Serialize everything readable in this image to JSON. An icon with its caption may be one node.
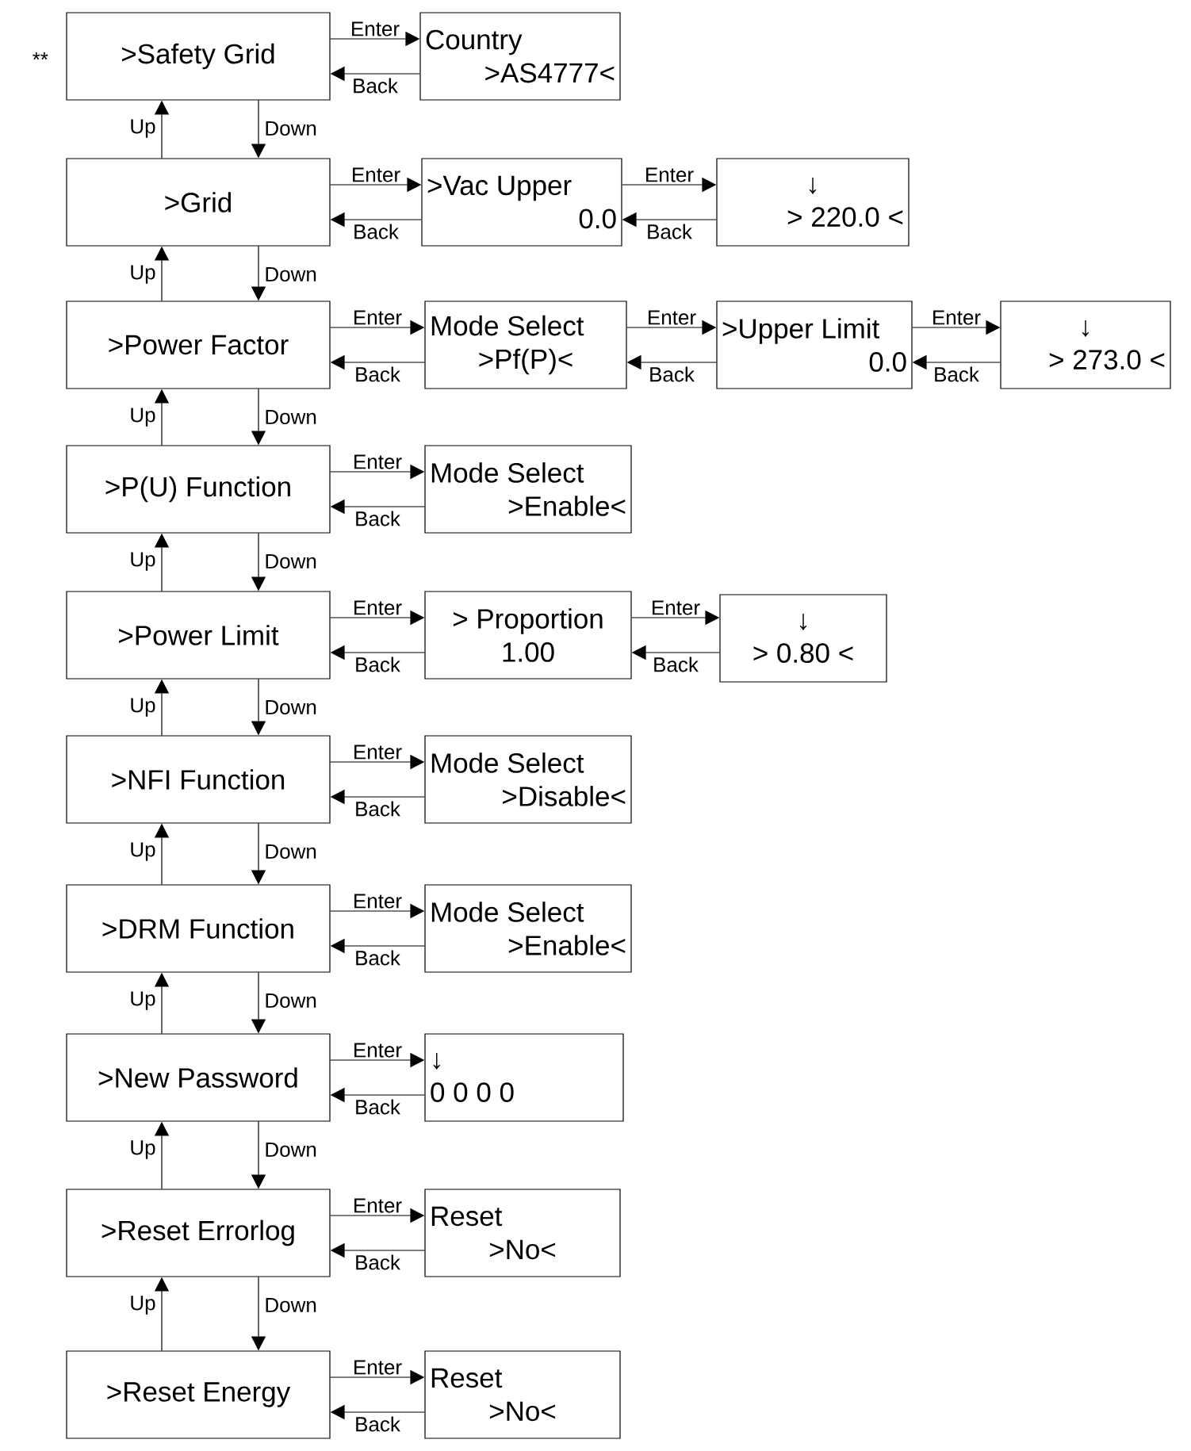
{
  "diagram": {
    "nodes": [
      {
        "text": [
          ">Safety Grid"
        ],
        "beside": [
          "**"
        ]
      },
      {
        "text": [
          "Country",
          ">AS4777<"
        ]
      },
      {
        "text": [
          ">Grid"
        ]
      },
      {
        "text": [
          ">Vac Upper",
          "0.0"
        ]
      },
      {
        "text": [
          "↓",
          "> 220.0 <"
        ]
      },
      {
        "text": [
          ">Power Factor"
        ]
      },
      {
        "text": [
          "Mode Select",
          ">Pf(P)<"
        ]
      },
      {
        "text": [
          ">Upper Limit",
          "0.0"
        ]
      },
      {
        "text": [
          "↓",
          "> 273.0 <"
        ]
      },
      {
        "text": [
          ">P(U) Function"
        ]
      },
      {
        "text": [
          "Mode Select",
          ">Enable<"
        ]
      },
      {
        "text": [
          ">Power Limit"
        ]
      },
      {
        "text": [
          "> Proportion",
          "1.00"
        ]
      },
      {
        "text": [
          "↓",
          "> 0.80 <"
        ]
      },
      {
        "text": [
          ">NFI Function"
        ]
      },
      {
        "text": [
          "Mode Select",
          ">Disable<"
        ]
      },
      {
        "text": [
          ">DRM Function"
        ]
      },
      {
        "text": [
          "Mode Select",
          ">Enable<"
        ]
      },
      {
        "text": [
          ">New Password"
        ]
      },
      {
        "text": [
          "↓",
          "0 0 0 0"
        ]
      },
      {
        "text": [
          ">Reset Errorlog"
        ]
      },
      {
        "text": [
          "Reset",
          ">No<"
        ]
      },
      {
        "text": [
          ">Reset Energy"
        ]
      },
      {
        "text": [
          "Reset",
          ">No<"
        ]
      }
    ],
    "edges": [
      {
        "from": 0,
        "to": 1,
        "arrow": "to",
        "label": "Enter"
      },
      {
        "from": 1,
        "to": 0,
        "arrow": "to",
        "label": "Back"
      },
      {
        "from": 0,
        "to": 2,
        "arrow": "to",
        "label": "Down"
      },
      {
        "from": 2,
        "to": 0,
        "arrow": "to",
        "label": "Up"
      },
      {
        "from": 2,
        "to": 3,
        "arrow": "to",
        "label": "Enter"
      },
      {
        "from": 3,
        "to": 2,
        "arrow": "to",
        "label": "Back"
      },
      {
        "from": 3,
        "to": 4,
        "arrow": "to",
        "label": "Enter"
      },
      {
        "from": 4,
        "to": 3,
        "arrow": "to",
        "label": "Back"
      },
      {
        "from": 2,
        "to": 5,
        "arrow": "to",
        "label": "Down"
      },
      {
        "from": 5,
        "to": 2,
        "arrow": "to",
        "label": "Up"
      },
      {
        "from": 5,
        "to": 6,
        "arrow": "to",
        "label": "Enter"
      },
      {
        "from": 6,
        "to": 5,
        "arrow": "to",
        "label": "Back"
      },
      {
        "from": 6,
        "to": 7,
        "arrow": "to",
        "label": "Enter"
      },
      {
        "from": 7,
        "to": 6,
        "arrow": "to",
        "label": "Back"
      },
      {
        "from": 7,
        "to": 8,
        "arrow": "to",
        "label": "Enter"
      },
      {
        "from": 8,
        "to": 7,
        "arrow": "to",
        "label": "Back"
      },
      {
        "from": 5,
        "to": 9,
        "arrow": "to",
        "label": "Down"
      },
      {
        "from": 9,
        "to": 5,
        "arrow": "to",
        "label": "Up"
      },
      {
        "from": 9,
        "to": 10,
        "arrow": "to",
        "label": "Enter"
      },
      {
        "from": 10,
        "to": 9,
        "arrow": "to",
        "label": "Back"
      },
      {
        "from": 9,
        "to": 11,
        "arrow": "to",
        "label": "Down"
      },
      {
        "from": 11,
        "to": 9,
        "arrow": "to",
        "label": "Up"
      },
      {
        "from": 11,
        "to": 12,
        "arrow": "to",
        "label": "Enter"
      },
      {
        "from": 12,
        "to": 11,
        "arrow": "to",
        "label": "Back"
      },
      {
        "from": 12,
        "to": 13,
        "arrow": "to",
        "label": "Enter"
      },
      {
        "from": 13,
        "to": 12,
        "arrow": "to",
        "label": "Back"
      },
      {
        "from": 11,
        "to": 14,
        "arrow": "to",
        "label": "Down"
      },
      {
        "from": 14,
        "to": 11,
        "arrow": "to",
        "label": "Up"
      },
      {
        "from": 14,
        "to": 15,
        "arrow": "to",
        "label": "Enter"
      },
      {
        "from": 15,
        "to": 14,
        "arrow": "to",
        "label": "Back"
      },
      {
        "from": 14,
        "to": 16,
        "arrow": "to",
        "label": "Down"
      },
      {
        "from": 16,
        "to": 14,
        "arrow": "to",
        "label": "Up"
      },
      {
        "from": 16,
        "to": 17,
        "arrow": "to",
        "label": "Enter"
      },
      {
        "from": 17,
        "to": 16,
        "arrow": "to",
        "label": "Back"
      },
      {
        "from": 16,
        "to": 18,
        "arrow": "to",
        "label": "Down"
      },
      {
        "from": 18,
        "to": 16,
        "arrow": "to",
        "label": "Up"
      },
      {
        "from": 18,
        "to": 19,
        "arrow": "to",
        "label": "Enter"
      },
      {
        "from": 19,
        "to": 18,
        "arrow": "to",
        "label": "Back"
      },
      {
        "from": 18,
        "to": 20,
        "arrow": "to",
        "label": "Down"
      },
      {
        "from": 20,
        "to": 18,
        "arrow": "to",
        "label": "Up"
      },
      {
        "from": 20,
        "to": 21,
        "arrow": "to",
        "label": "Enter"
      },
      {
        "from": 21,
        "to": 20,
        "arrow": "to",
        "label": "Back"
      },
      {
        "from": 20,
        "to": 22,
        "arrow": "to",
        "label": "Down"
      },
      {
        "from": 22,
        "to": 20,
        "arrow": "to",
        "label": "Up"
      },
      {
        "from": 22,
        "to": 23,
        "arrow": "to",
        "label": "Enter"
      },
      {
        "from": 23,
        "to": 22,
        "arrow": "to",
        "label": "Back"
      }
    ]
  }
}
